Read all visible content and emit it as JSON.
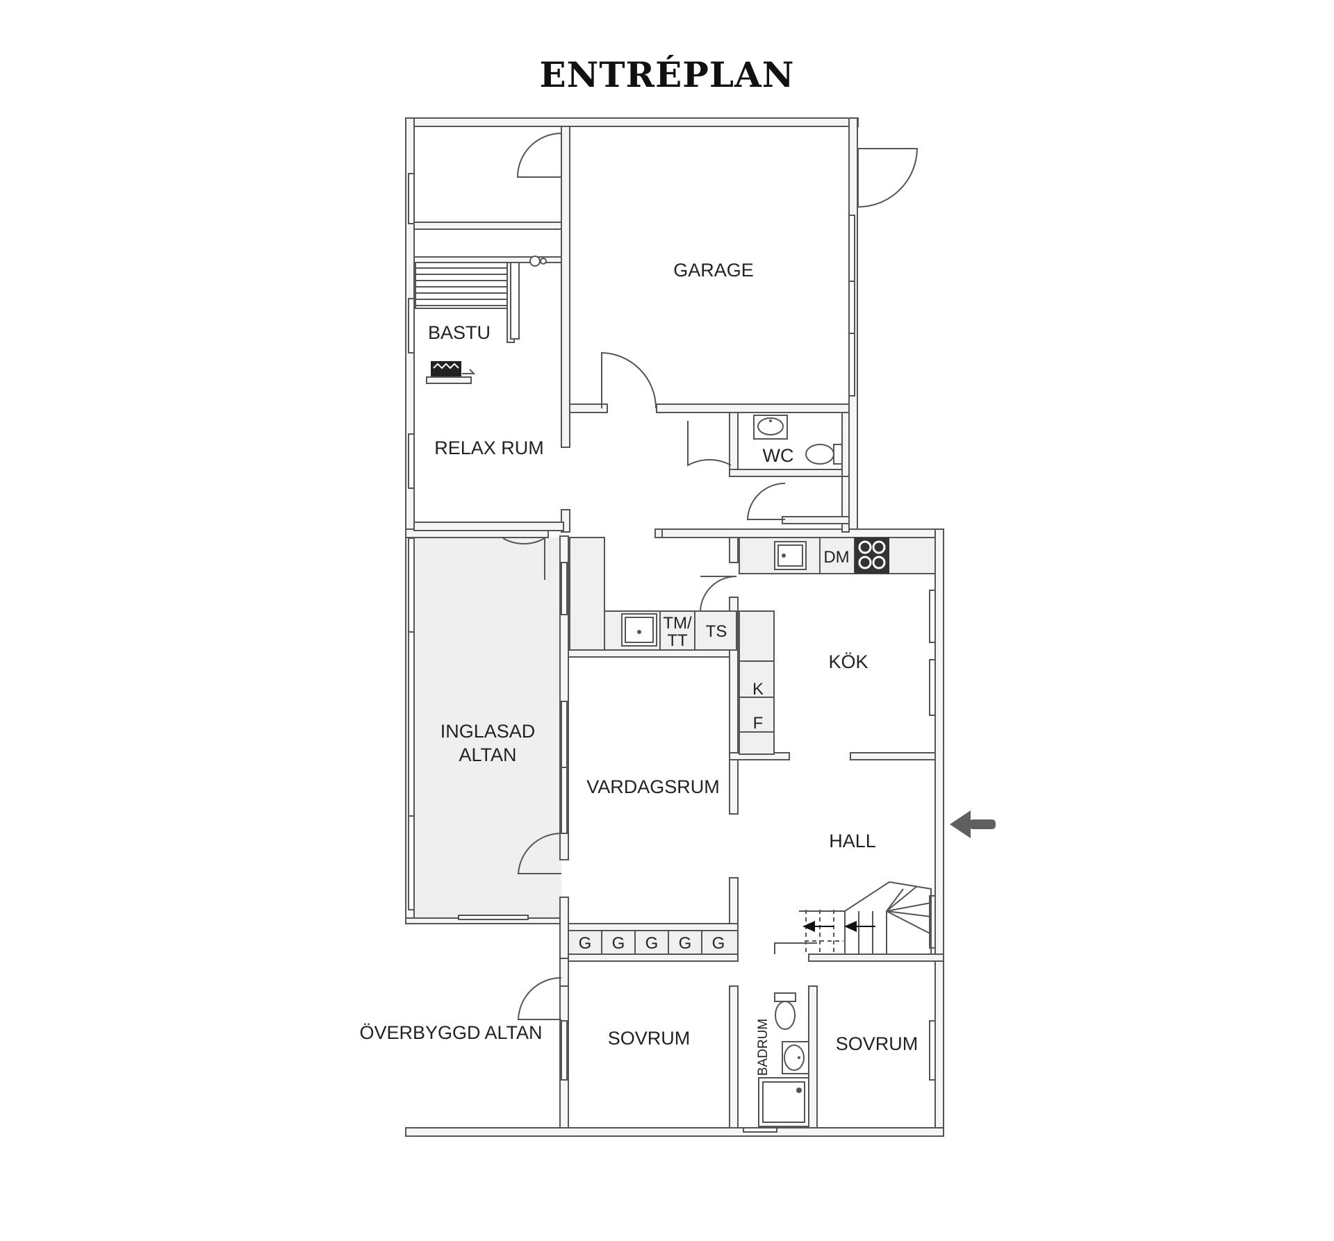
{
  "title": "ENTRÉPLAN",
  "rooms": {
    "garage": "GARAGE",
    "bastu": "BASTU",
    "relax_rum": "RELAX RUM",
    "wc": "WC",
    "inglasad_altan_line1": "INGLASAD",
    "inglasad_altan_line2": "ALTAN",
    "kok": "KÖK",
    "vardagsrum": "VARDAGSRUM",
    "hall": "HALL",
    "overbyggd_altan": "ÖVERBYGGD ALTAN",
    "sovrum_left": "SOVRUM",
    "sovrum_right": "SOVRUM",
    "badrum": "BADRUM"
  },
  "fixtures": {
    "dm": "DM",
    "tm_tt_line1": "TM/",
    "tm_tt_line2": "TT",
    "ts": "TS",
    "k": "K",
    "f": "F",
    "wardrobes": [
      "G",
      "G",
      "G",
      "G",
      "G"
    ]
  },
  "colors": {
    "wall": "#f5f5f5",
    "wall_outline": "#555555",
    "glazed_floor": "#efefef",
    "entrance_arrow": "#5f5f5f",
    "stove": "#333333"
  }
}
